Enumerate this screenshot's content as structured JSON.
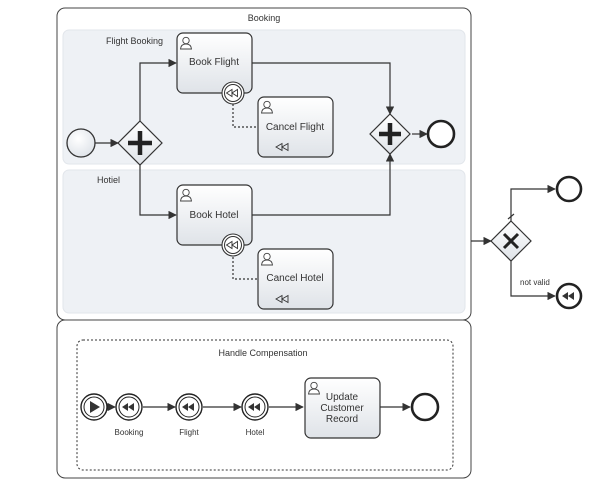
{
  "booking": {
    "title": "Booking",
    "lanes": {
      "flight": "Flight Booking",
      "hotel": "Hotiel"
    },
    "tasks": {
      "book_flight": "Book Flight",
      "cancel_flight": "Cancel Flight",
      "book_hotel": "Book Hotel",
      "cancel_hotel": "Cancel Hotel"
    }
  },
  "handler": {
    "title": "Handle Compensation",
    "events": {
      "booking": "Booking",
      "flight": "Flight",
      "hotel": "Hotel"
    },
    "task_lines": [
      "Update",
      "Customer",
      "Record"
    ]
  },
  "outcome": {
    "not_valid_label": "not valid"
  },
  "icons": {
    "user_task": "user-icon",
    "compensation": "rewind-icon",
    "parallel_gateway": "plus-icon",
    "exclusive_gateway": "x-icon"
  }
}
